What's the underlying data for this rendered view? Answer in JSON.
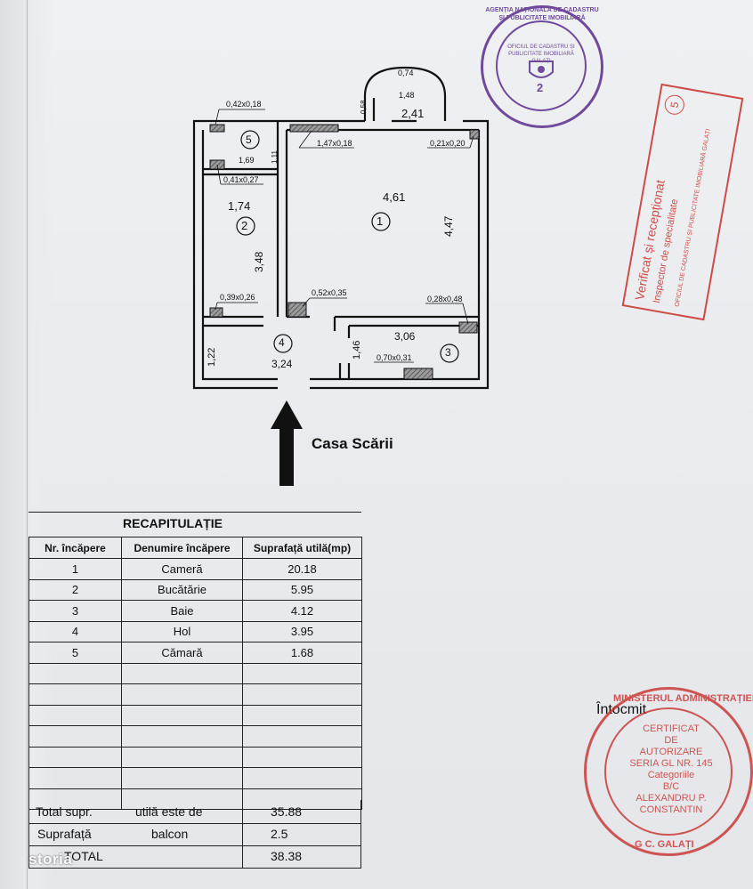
{
  "plan": {
    "dimensions": {
      "bay_top": "0,74",
      "bay_width": "1,48",
      "bay_depth": "0,58",
      "hall_top_width": "2,41",
      "room5_niche": "0,42x0,18",
      "room5_length": "1,69",
      "room5_height": "1,11",
      "niche_room5_lower": "0,41x0,27",
      "niche_top_room1": "1,47x0,18",
      "niche_right_room1": "0,21x0,20",
      "room1_width": "4,61",
      "room1_height": "4,47",
      "room2_width": "1,74",
      "room2_height": "3,48",
      "niche_room2": "0,39x0,26",
      "niche_room1_bottom": "0,52x0,35",
      "niche_room3": "0,28x0,48",
      "room3_width": "3,06",
      "room3_height": "1,46",
      "niche_room3_bottom": "0,70x0,31",
      "room4_height": "1,22",
      "room4_width": "3,24"
    },
    "rooms": {
      "r1": "1",
      "r2": "2",
      "r3": "3",
      "r4": "4",
      "r5": "5"
    },
    "entrance_label": "Casa Scării"
  },
  "recap": {
    "title": "RECAPITULAȚIE",
    "headers": [
      "Nr. încăpere",
      "Denumire încăpere",
      "Suprafață utilă(mp)"
    ],
    "rows": [
      [
        "1",
        "Cameră",
        "20.18"
      ],
      [
        "2",
        "Bucătărie",
        "5.95"
      ],
      [
        "3",
        "Baie",
        "4.12"
      ],
      [
        "4",
        "Hol",
        "3.95"
      ],
      [
        "5",
        "Cămară",
        "1.68"
      ]
    ],
    "empty_rows": 7,
    "total_label_1": "Total supr.",
    "total_label_2": "utilă este de",
    "total_value": "35.88",
    "balcony_label_1": "Suprafață",
    "balcony_label_2": "balcon",
    "balcony_value": "2.5",
    "grand_label": "TOTAL",
    "grand_value": "38.38"
  },
  "stamps": {
    "agency_ring": "AGENȚIA NAȚIONALĂ DE CADASTRU ȘI PUBLICITATE IMOBILIARĂ",
    "agency_inner": "OFICIUL DE CADASTRU ȘI PUBLICITATE IMOBILIARĂ GALAȚI",
    "agency_number": "2",
    "verified_text": "Verificat și recepționat",
    "verified_sub": "Inspector de specialitate",
    "verified_number": "5",
    "verified_side": "OFICIUL DE CADASTRU ȘI PUBLICITATE IMOBILIARĂ GALAȚI",
    "prepared_label": "Întocmit",
    "cert_ring": "MINISTERUL ADMINISTRAȚIEI",
    "cert_lines": [
      "CERTIFICAT",
      "DE",
      "AUTORIZARE",
      "SERIA GL NR. 145",
      "Categoriile",
      "B/C",
      "ALEXANDRU P.",
      "CONSTANTIN"
    ],
    "cert_bottom": "G C. GALAȚI"
  },
  "watermark": "storia",
  "colors": {
    "stamp_purple": "#5a2d8c",
    "stamp_red": "#c8302c",
    "ink": "#111111"
  }
}
